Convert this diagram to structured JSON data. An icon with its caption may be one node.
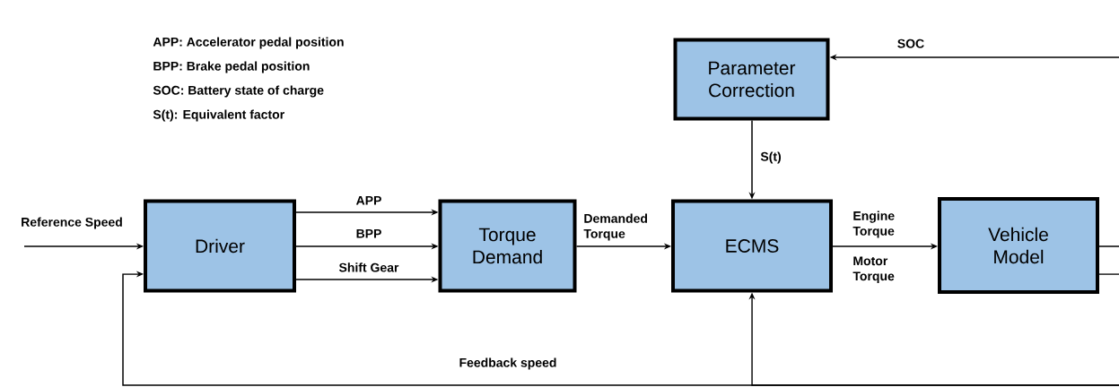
{
  "diagram": {
    "nodes": [
      {
        "text": [
          "Parameter Correction"
        ]
      },
      {
        "text": [
          "Driver"
        ]
      },
      {
        "text": [
          "Torque Demand"
        ]
      },
      {
        "text": [
          "ECMS"
        ]
      },
      {
        "text": [
          "Vehicle Model"
        ]
      }
    ],
    "edges": [
      {
        "from": null,
        "to": 1,
        "arrow": "to",
        "label": "Reference Speed"
      },
      {
        "from": 1,
        "to": 2,
        "arrow": "to",
        "label": "APP"
      },
      {
        "from": 1,
        "to": 2,
        "arrow": "to",
        "label": "BPP"
      },
      {
        "from": 1,
        "to": 2,
        "arrow": "to",
        "label": "Shift Gear"
      },
      {
        "from": 2,
        "to": 3,
        "arrow": "to",
        "label": "Demanded Torque"
      },
      {
        "from": null,
        "to": 0,
        "arrow": "to",
        "label": "SOC"
      },
      {
        "from": 0,
        "to": 3,
        "arrow": "to",
        "label": "S(t)"
      },
      {
        "from": 3,
        "to": 4,
        "arrow": "to",
        "label": "Engine Torque"
      },
      {
        "from": 4,
        "to": null,
        "arrow": "none"
      },
      {
        "from": 4,
        "to": null,
        "arrow": "none"
      },
      {
        "from": null,
        "to": 1,
        "arrow": "to",
        "label": "Feedback speed"
      },
      {
        "from": null,
        "to": 3,
        "arrow": "to"
      }
    ],
    "labels": [
      "APP: Accelerator pedal position",
      "BPP: Brake pedal position",
      "SOC: Battery state of charge",
      "S(t): Equivalent factor",
      "Motor Torque"
    ]
  }
}
